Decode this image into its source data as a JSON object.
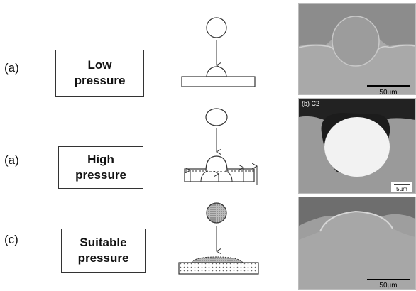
{
  "rows": [
    {
      "label": "(a)",
      "box_line1": "Low",
      "box_line2": "pressure",
      "scale_bar": "50µm",
      "photo_tag": ""
    },
    {
      "label": "(a)",
      "box_line1": "High",
      "box_line2": "pressure",
      "scale_bar": "5µm",
      "photo_tag": "(b) C2"
    },
    {
      "label": "(c)",
      "box_line1": "Suitable",
      "box_line2": "pressure",
      "scale_bar": "50µm",
      "photo_tag": ""
    }
  ]
}
